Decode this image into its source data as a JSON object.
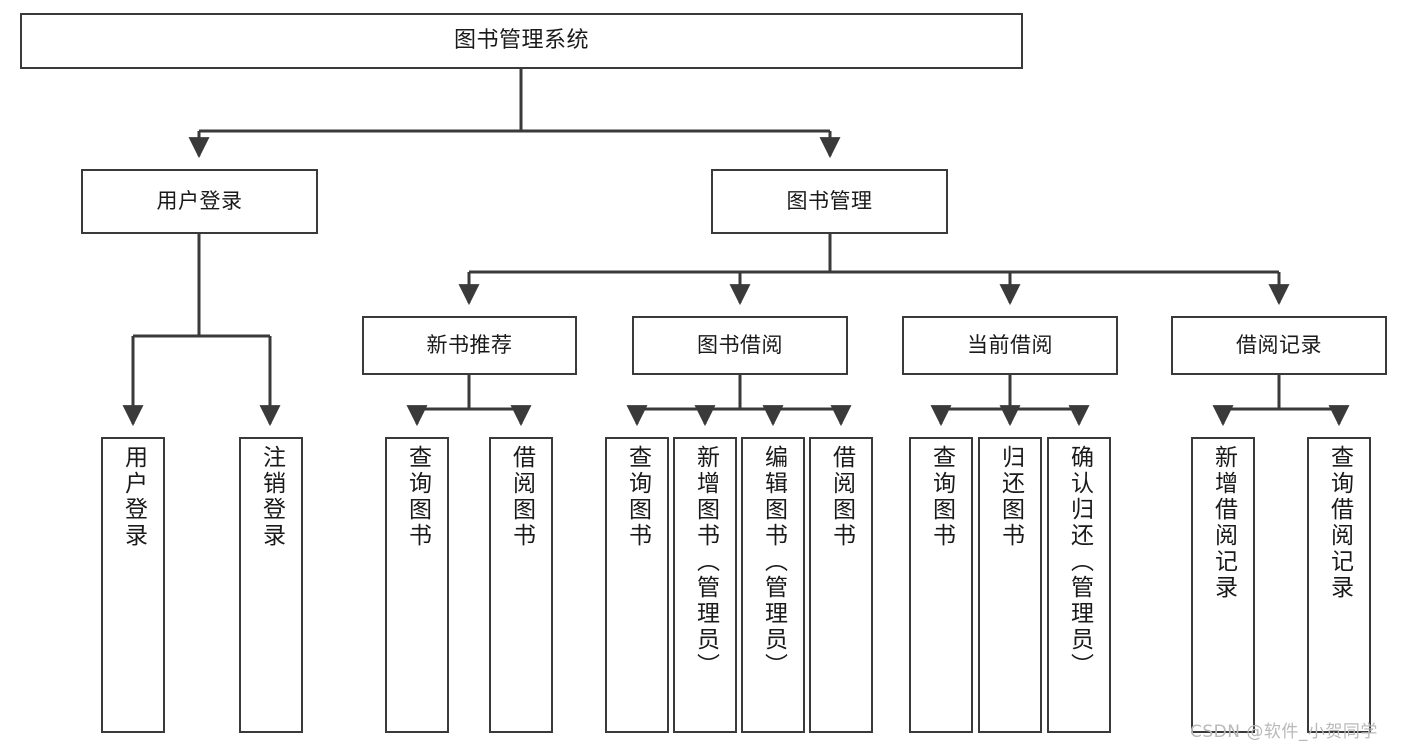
{
  "diagram": {
    "title": "图书管理系统",
    "root": {
      "label": "图书管理系统"
    },
    "level2": [
      {
        "label": "用户登录"
      },
      {
        "label": "图书管理"
      }
    ],
    "level3": [
      {
        "label": "新书推荐"
      },
      {
        "label": "图书借阅"
      },
      {
        "label": "当前借阅"
      },
      {
        "label": "借阅记录"
      }
    ],
    "leaves": {
      "user_login": [
        {
          "label": "用户登录"
        },
        {
          "label": "注销登录"
        }
      ],
      "new_book": [
        {
          "label": "查询图书"
        },
        {
          "label": "借阅图书"
        }
      ],
      "book_borrow": [
        {
          "label": "查询图书"
        },
        {
          "label": "新增图书（管理员）"
        },
        {
          "label": "编辑图书（管理员）"
        },
        {
          "label": "借阅图书"
        }
      ],
      "current_borrow": [
        {
          "label": "查询图书"
        },
        {
          "label": "归还图书"
        },
        {
          "label": "确认归还（管理员）"
        }
      ],
      "borrow_record": [
        {
          "label": "新增借阅记录"
        },
        {
          "label": "查询借阅记录"
        }
      ]
    }
  },
  "watermark": {
    "text": "CSDN @软件_小贺同学"
  },
  "colors": {
    "stroke": "#3a3a3a",
    "fill": "#ffffff",
    "text": "#1a1a1a",
    "watermark": "#b9b9b9"
  }
}
